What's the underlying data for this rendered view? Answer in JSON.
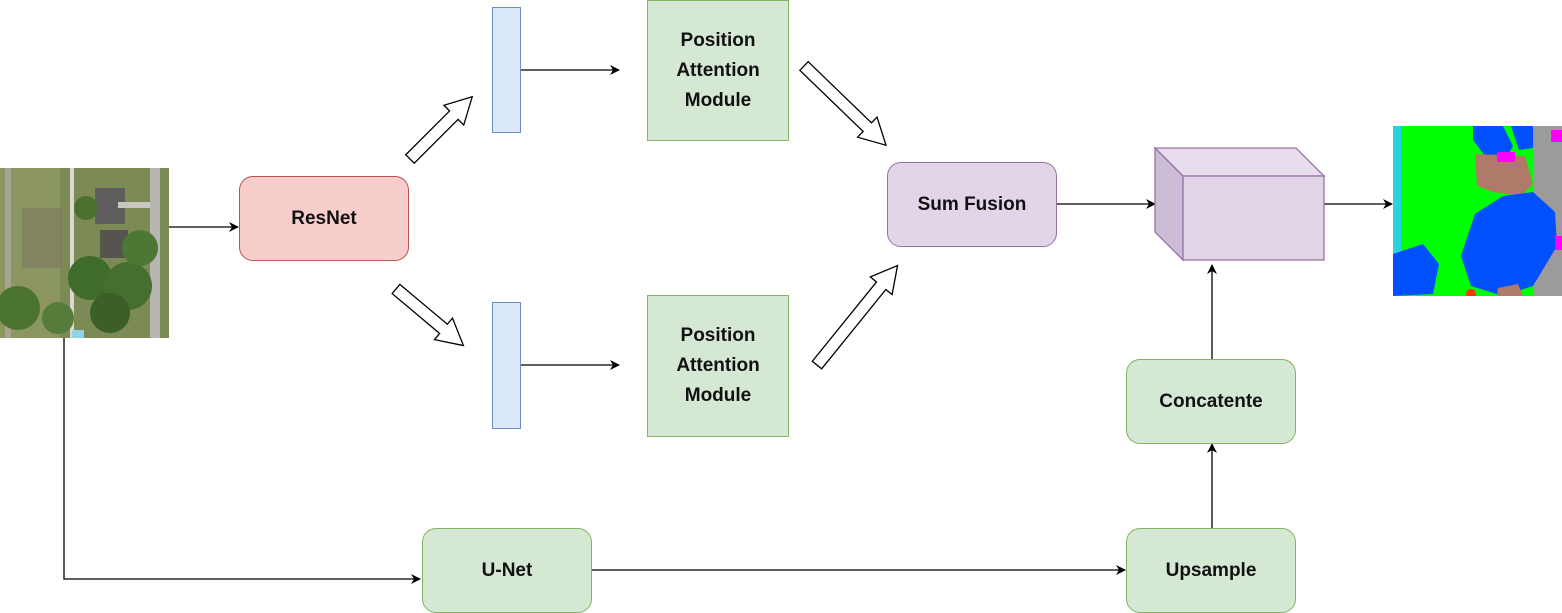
{
  "diagram": {
    "nodes": {
      "resnet": "ResNet",
      "pam_top": "Position Attention Module",
      "pam_bottom": "Position Attention Module",
      "sum_fusion": "Sum Fusion",
      "concatenate": "Concatente",
      "upsample": "Upsample",
      "unet": "U-Net"
    }
  },
  "colors": {
    "resnet_fill": "#f8cecc",
    "resnet_stroke": "#b85450",
    "module_fill": "#d5e8d4",
    "module_stroke": "#82b366",
    "fusion_fill": "#e1d5e7",
    "fusion_stroke": "#9673a6",
    "feature_fill": "#dae8fc",
    "feature_stroke": "#6c8ebf"
  },
  "images": {
    "input": "aerial-photo",
    "output": "segmentation-map"
  }
}
